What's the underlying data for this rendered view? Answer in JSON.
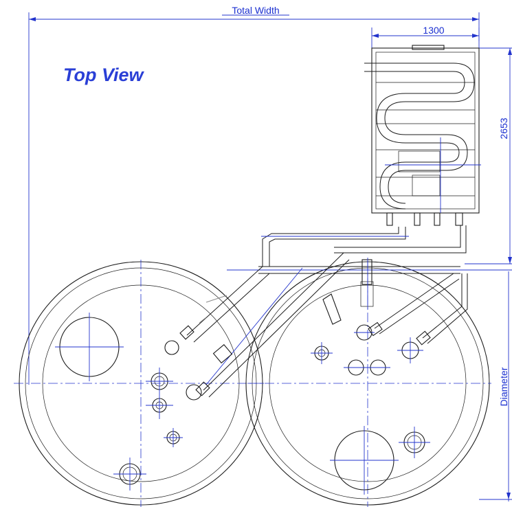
{
  "view_title": "Top View",
  "dimensions": {
    "total_width": "Total Width",
    "module_width": "1300",
    "module_depth": "2653",
    "diameter": "Diameter"
  }
}
